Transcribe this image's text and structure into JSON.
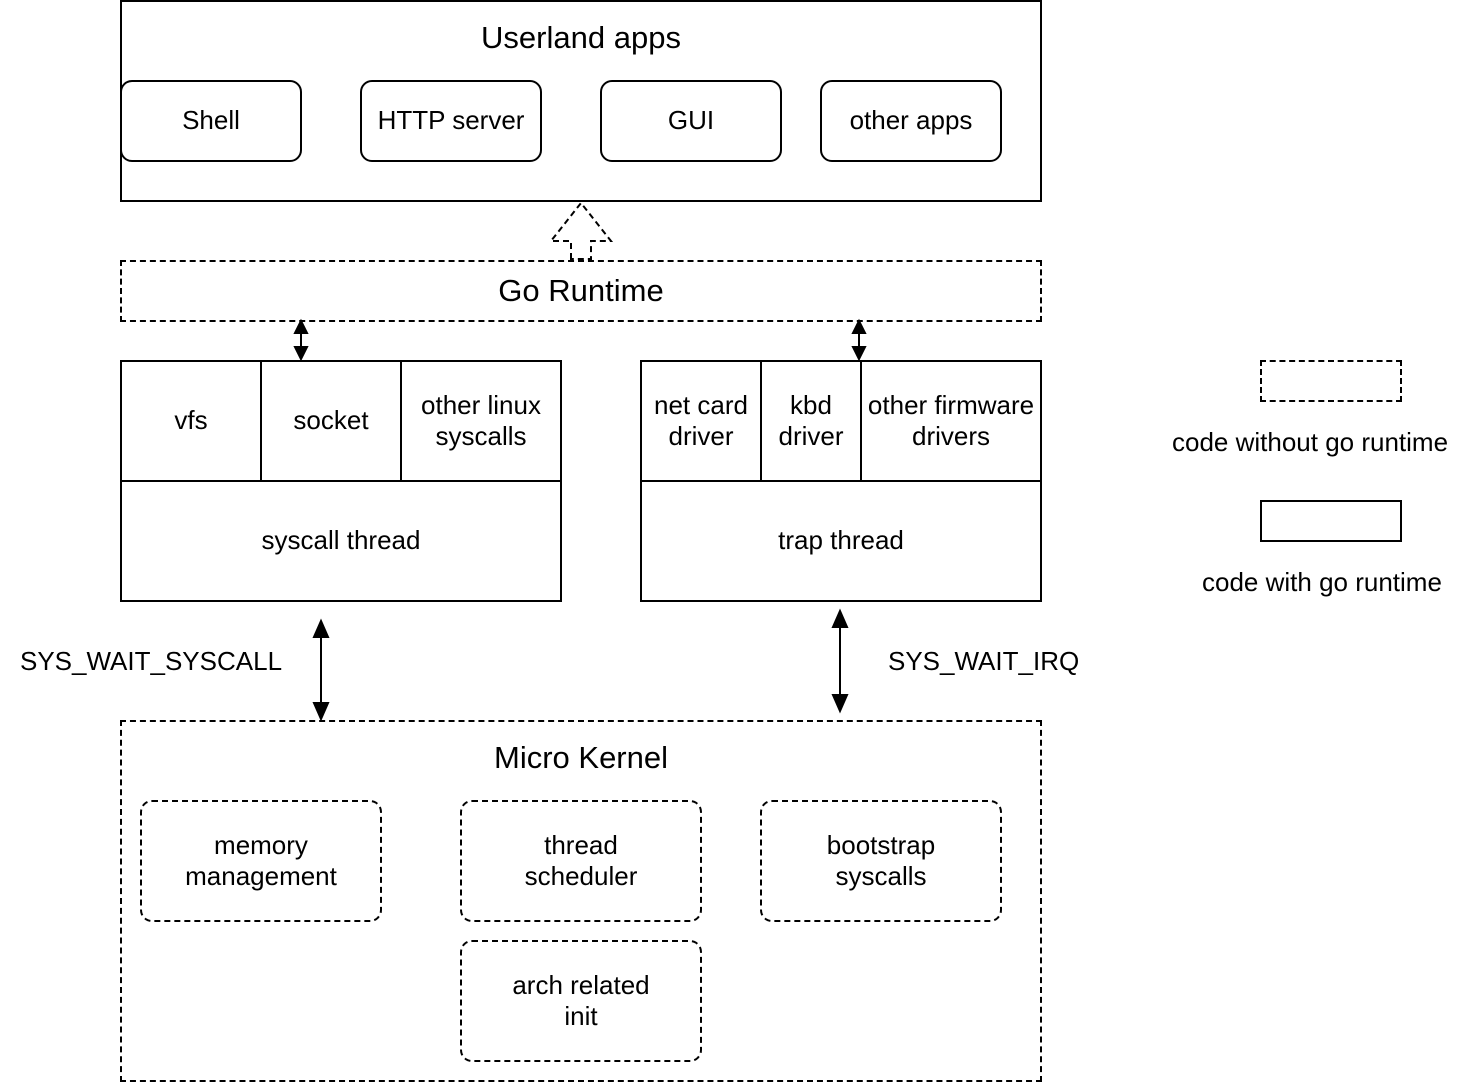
{
  "userland": {
    "title": "Userland apps",
    "apps": [
      "Shell",
      "HTTP server",
      "GUI",
      "other apps"
    ]
  },
  "runtime": {
    "title": "Go Runtime"
  },
  "syscall_group": {
    "cells": [
      "vfs",
      "socket",
      "other linux\nsyscalls"
    ],
    "thread": "syscall thread"
  },
  "trap_group": {
    "cells": [
      "net card\ndriver",
      "kbd\ndriver",
      "other firmware\ndrivers"
    ],
    "thread": "trap thread"
  },
  "links": {
    "left": "SYS_WAIT_SYSCALL",
    "right": "SYS_WAIT_IRQ"
  },
  "kernel": {
    "title": "Micro Kernel",
    "modules": [
      "memory\nmanagement",
      "thread\nscheduler",
      "bootstrap\nsyscalls",
      "arch related\ninit"
    ]
  },
  "legend": {
    "dashed_label": "code without go runtime",
    "solid_label": "code with go runtime"
  }
}
